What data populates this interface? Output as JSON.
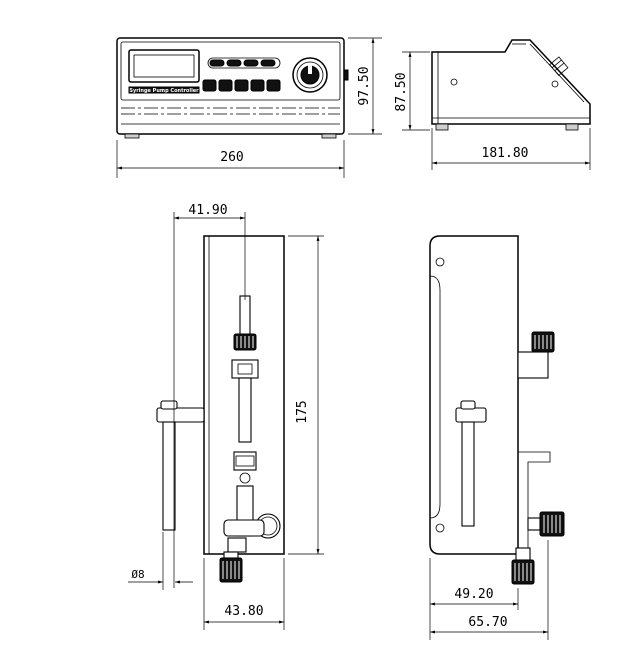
{
  "front_view": {
    "device_label": "Syringe Pump Controller",
    "width_dim": "260",
    "height_dim": "97.50"
  },
  "side_view": {
    "height_dim": "87.50",
    "depth_dim": "181.80"
  },
  "pump_front": {
    "offset_dim": "41.90",
    "height_dim": "175",
    "rod_dia_dim": "Ø8",
    "base_dim": "43.80"
  },
  "pump_side": {
    "dim_a": "49.20",
    "dim_b": "65.70"
  }
}
